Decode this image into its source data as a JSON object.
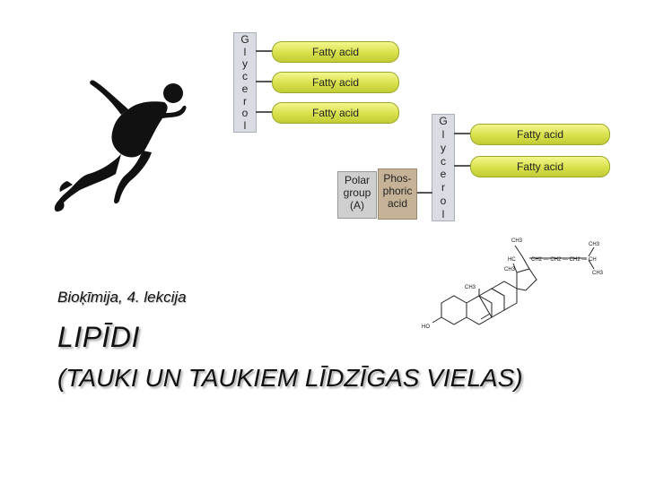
{
  "slide": {
    "subtitle": "Bioķīmija, 4. lekcija",
    "title": "LIPĪDI",
    "title_line2": "(TAUKI UN TAUKIEM LĪDZĪGAS VIELAS)"
  },
  "triglyceride": {
    "glycerol_letters": [
      "G",
      "l",
      "y",
      "c",
      "e",
      "r",
      "o",
      "l"
    ],
    "fatty_acids": [
      "Fatty acid",
      "Fatty acid",
      "Fatty acid"
    ]
  },
  "phospholipid": {
    "glycerol_letters": [
      "G",
      "l",
      "y",
      "c",
      "e",
      "r",
      "o",
      "l"
    ],
    "fatty_acids": [
      "Fatty acid",
      "Fatty acid"
    ],
    "polar_group": [
      "Polar",
      "group",
      "(A)"
    ],
    "phosphoric_acid": [
      "Phos-",
      "phoric",
      "acid"
    ]
  },
  "cholesterol": {
    "labels": {
      "ch3_top": "CH3",
      "ch3_right_top": "CH3",
      "hc": "HC",
      "chain": "CH2 — CH2 — CH2 — CH",
      "ch3_right_bottom": "CH3",
      "ch3_mid": "CH3",
      "ch3_left": "CH3",
      "ho": "HO"
    }
  },
  "colors": {
    "fatty_acid": "#dfe65a",
    "glycerol": "#d9dde3",
    "polar_group": "#cfcfcf",
    "phosphoric_acid": "#c6b397"
  },
  "icons": {
    "runner": "sprinter-silhouette-icon"
  }
}
